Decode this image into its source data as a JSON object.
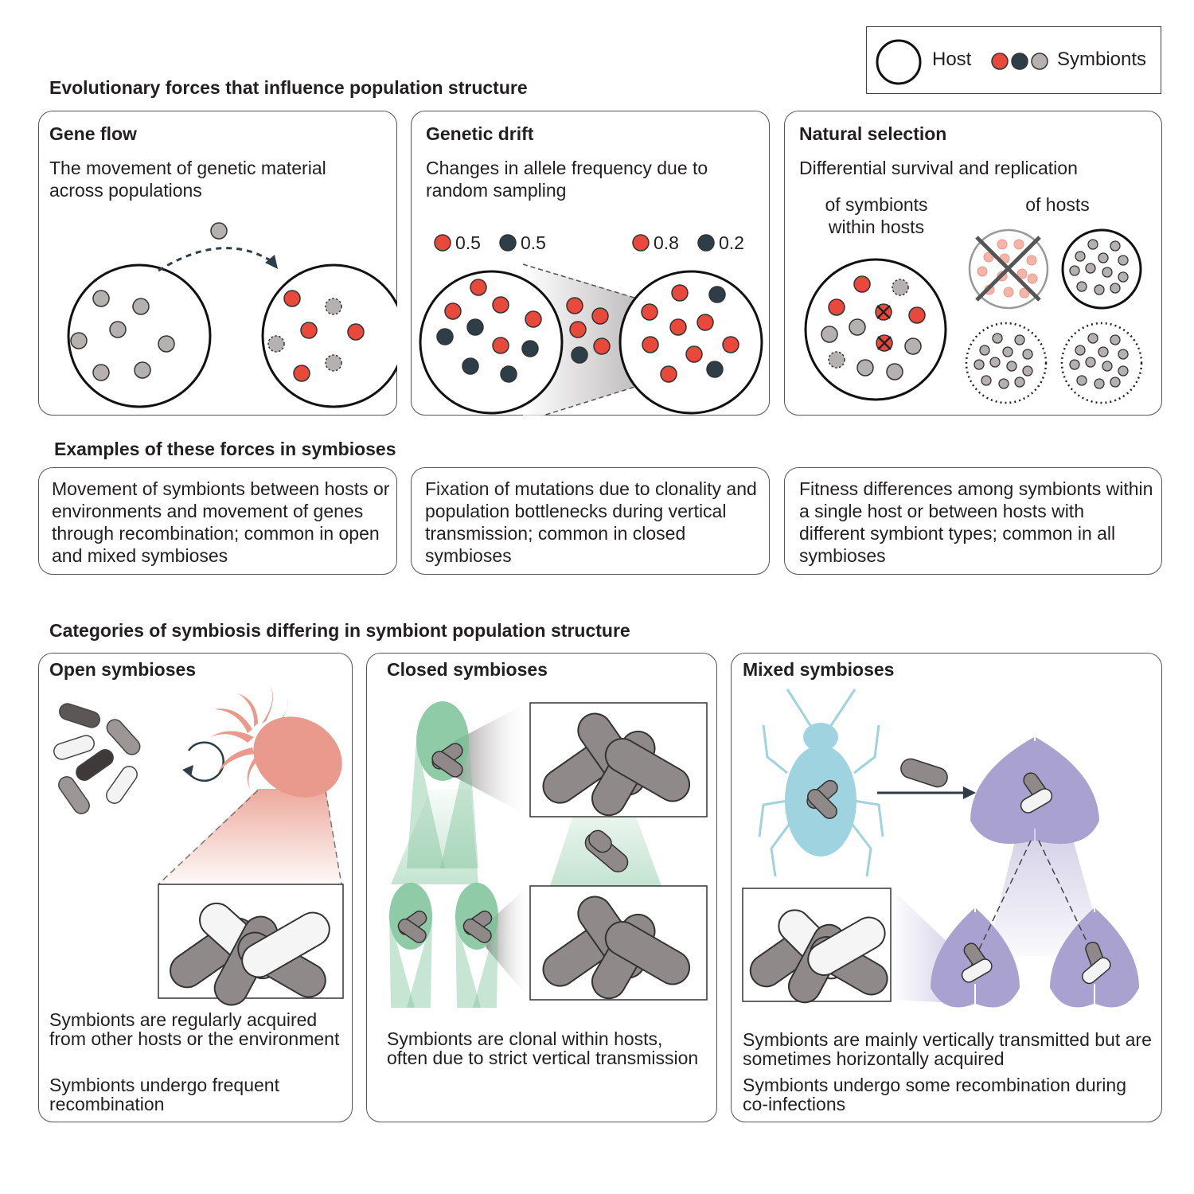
{
  "legend": {
    "host": "Host",
    "symbionts": "Symbionts"
  },
  "section1": {
    "title": "Evolutionary forces that influence population structure"
  },
  "gene_flow": {
    "title": "Gene flow",
    "description": "The movement of genetic material across populations"
  },
  "genetic_drift": {
    "title": "Genetic drift",
    "description": "Changes in allele frequency due to random sampling",
    "freq_before_red": "0.5",
    "freq_before_dark": "0.5",
    "freq_after_red": "0.8",
    "freq_after_dark": "0.2"
  },
  "natural_selection": {
    "title": "Natural selection",
    "description": "Differential survival and replication",
    "within_hosts": "of symbionts within hosts",
    "of_hosts": "of hosts"
  },
  "section2": {
    "title": "Examples of these forces in symbioses"
  },
  "examples": {
    "gene_flow": "Movement of symbionts between hosts or environments and movement of genes through recombination; common in open and mixed symbioses",
    "genetic_drift": "Fixation of mutations due to clonality and population bottlenecks during vertical transmission; common in closed symbioses",
    "natural_selection": "Fitness differences among symbionts within a single host or between hosts with different symbiont types; common in all symbioses"
  },
  "section3": {
    "title": "Categories of symbiosis differing in symbiont population structure"
  },
  "open": {
    "title": "Open symbioses",
    "text1": "Symbionts are regularly acquired from other hosts or the environment",
    "text2": "Symbionts undergo frequent recombination"
  },
  "closed": {
    "title": "Closed symbioses",
    "text1": "Symbionts are clonal within hosts, often due to strict vertical transmission"
  },
  "mixed": {
    "title": "Mixed symbioses",
    "text1": "Symbionts are mainly vertically transmitted but are sometimes horizontally acquired",
    "text2": "Symbionts undergo some recombination during co-infections"
  },
  "colors": {
    "red": "#e8493a",
    "dark": "#2e3e48",
    "grey": "#b5b1b1",
    "salmon": "#e99a8c",
    "green": "#7cc298",
    "blue": "#9fd3e0",
    "purple": "#a9a1cf"
  },
  "icons": [
    "host-circle-icon",
    "symbiont-dot-icon",
    "octopus-icon",
    "cicada-icon",
    "aphid-icon",
    "moth-icon",
    "bacterium-rod-icon",
    "cycle-arrow-icon",
    "cross-icon"
  ]
}
